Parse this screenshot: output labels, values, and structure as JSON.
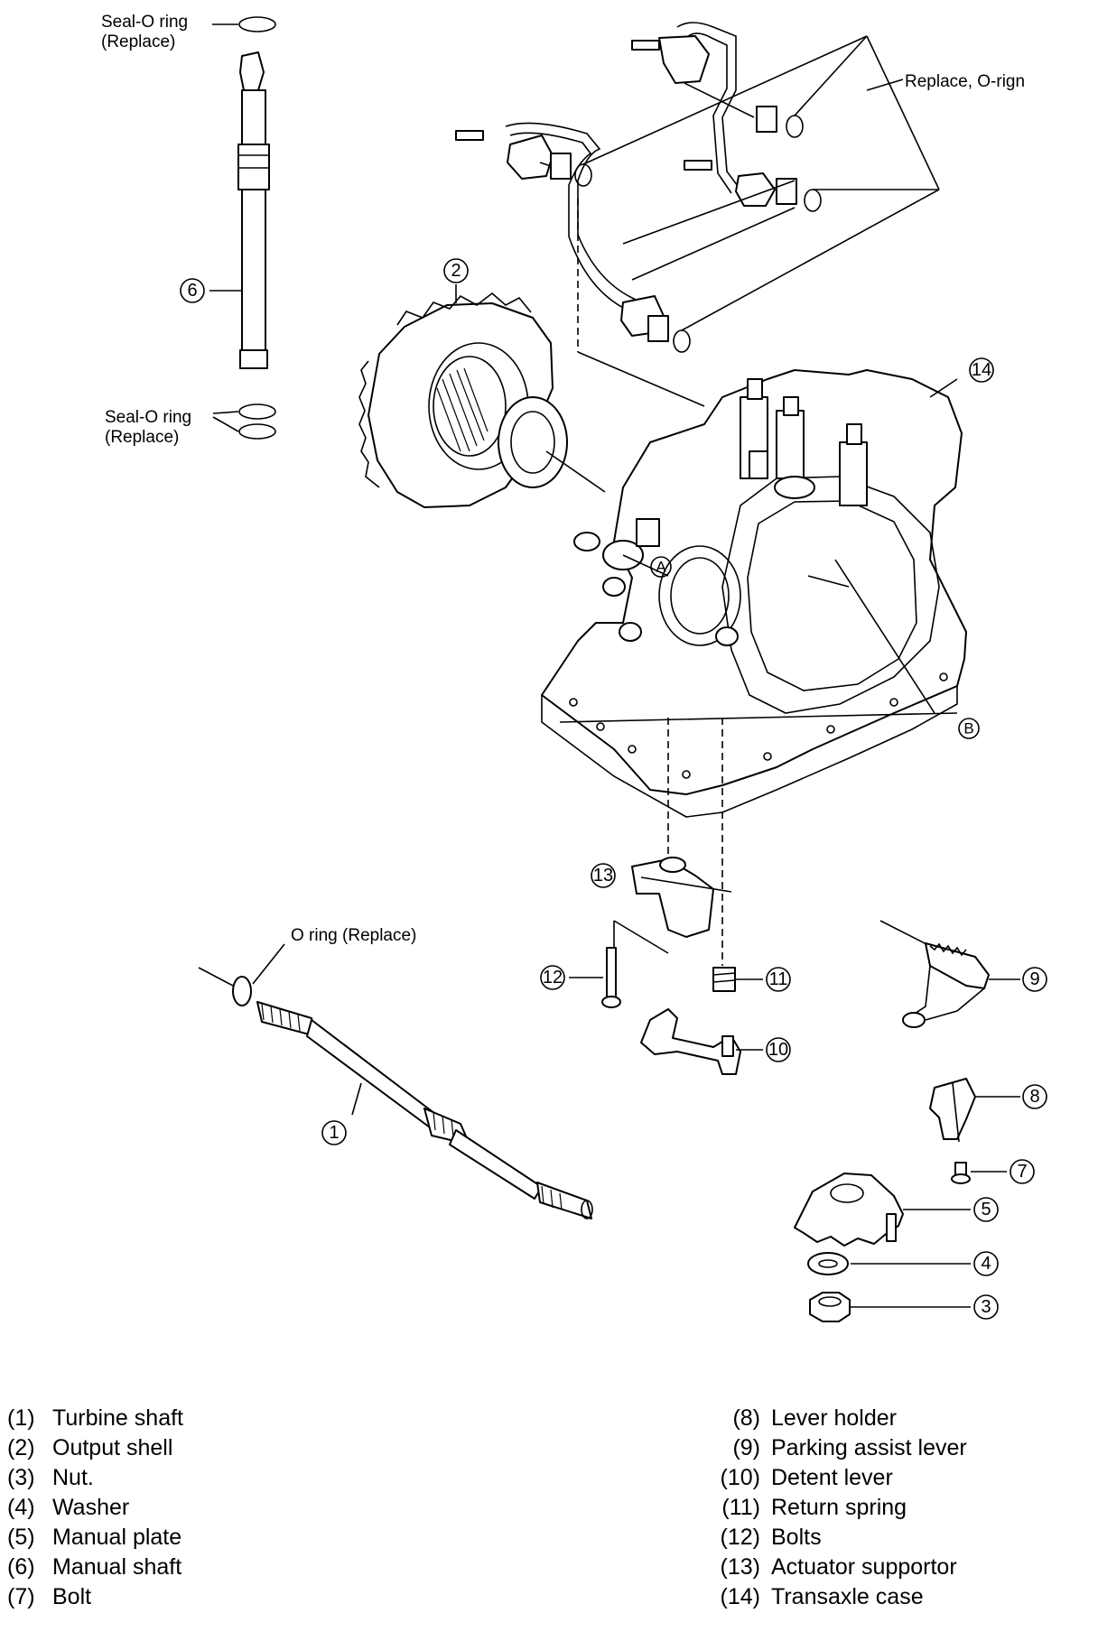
{
  "callouts": {
    "seal_top_line1": "Seal-O ring",
    "seal_top_line2": "(Replace)",
    "seal_bottom_line1": "Seal-O ring",
    "seal_bottom_line2": "(Replace)",
    "replace_orign": "Replace, O-rign",
    "oring_replace": "O ring (Replace)"
  },
  "markers": {
    "n1": "1",
    "n2": "2",
    "n3": "3",
    "n4": "4",
    "n5": "5",
    "n6": "6",
    "n7": "7",
    "n8": "8",
    "n9": "9",
    "n10": "10",
    "n11": "11",
    "n12": "12",
    "n13": "13",
    "n14": "14",
    "a": "A",
    "b": "B"
  },
  "legend": {
    "left": [
      {
        "num": "(1)",
        "label": "Turbine shaft"
      },
      {
        "num": "(2)",
        "label": "Output shell"
      },
      {
        "num": "(3)",
        "label": "Nut."
      },
      {
        "num": "(4)",
        "label": "Washer"
      },
      {
        "num": "(5)",
        "label": "Manual plate"
      },
      {
        "num": "(6)",
        "label": "Manual shaft"
      },
      {
        "num": "(7)",
        "label": "Bolt"
      }
    ],
    "right": [
      {
        "num": "(8)",
        "label": "Lever holder"
      },
      {
        "num": "(9)",
        "label": "Parking assist lever"
      },
      {
        "num": "(10)",
        "label": "Detent lever"
      },
      {
        "num": "(11)",
        "label": "Return spring"
      },
      {
        "num": "(12)",
        "label": "Bolts"
      },
      {
        "num": "(13)",
        "label": "Actuator supportor"
      },
      {
        "num": "(14)",
        "label": "Transaxle case"
      }
    ]
  }
}
